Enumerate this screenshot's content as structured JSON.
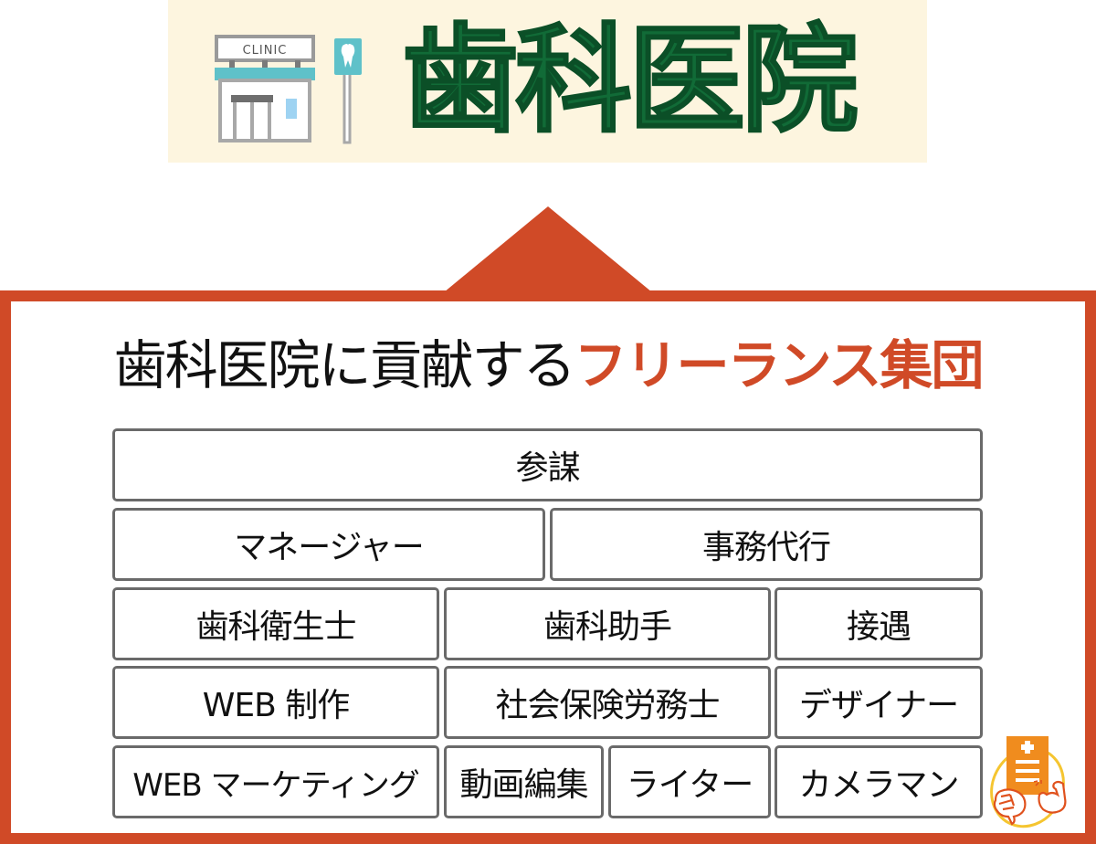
{
  "banner": {
    "title": "歯科医院",
    "icon": {
      "name": "clinic-building-icon",
      "sign_text": "CLINIC",
      "signpost": "tooth-signpost-icon"
    },
    "colors": {
      "background": "#FDF5DF",
      "title": "#116B37"
    }
  },
  "connector": {
    "shape": "up-arrow-triangle",
    "color": "#D04A27"
  },
  "frame": {
    "border_color": "#D04A27",
    "heading": {
      "prefix": "歯科医院に貢献する",
      "accent": "フリーランス集団",
      "accent_color": "#D04A27"
    },
    "rows": [
      [
        {
          "label": "参謀"
        }
      ],
      [
        {
          "label": "マネージャー"
        },
        {
          "label": "事務代行"
        }
      ],
      [
        {
          "label": "歯科衛生士"
        },
        {
          "label": "歯科助手"
        },
        {
          "label": "接遇"
        }
      ],
      [
        {
          "label": "WEB 制作"
        },
        {
          "label": "社会保険労務士"
        },
        {
          "label": "デザイナー"
        }
      ],
      [
        {
          "label": "WEB マーケティング"
        },
        {
          "label": "動画編集"
        },
        {
          "label": "ライター"
        },
        {
          "label": "カメラマン"
        }
      ]
    ],
    "logo": {
      "name": "medical-brain-muscle-logo",
      "color": "#F08C1E",
      "ring_color": "#F5C530"
    }
  }
}
